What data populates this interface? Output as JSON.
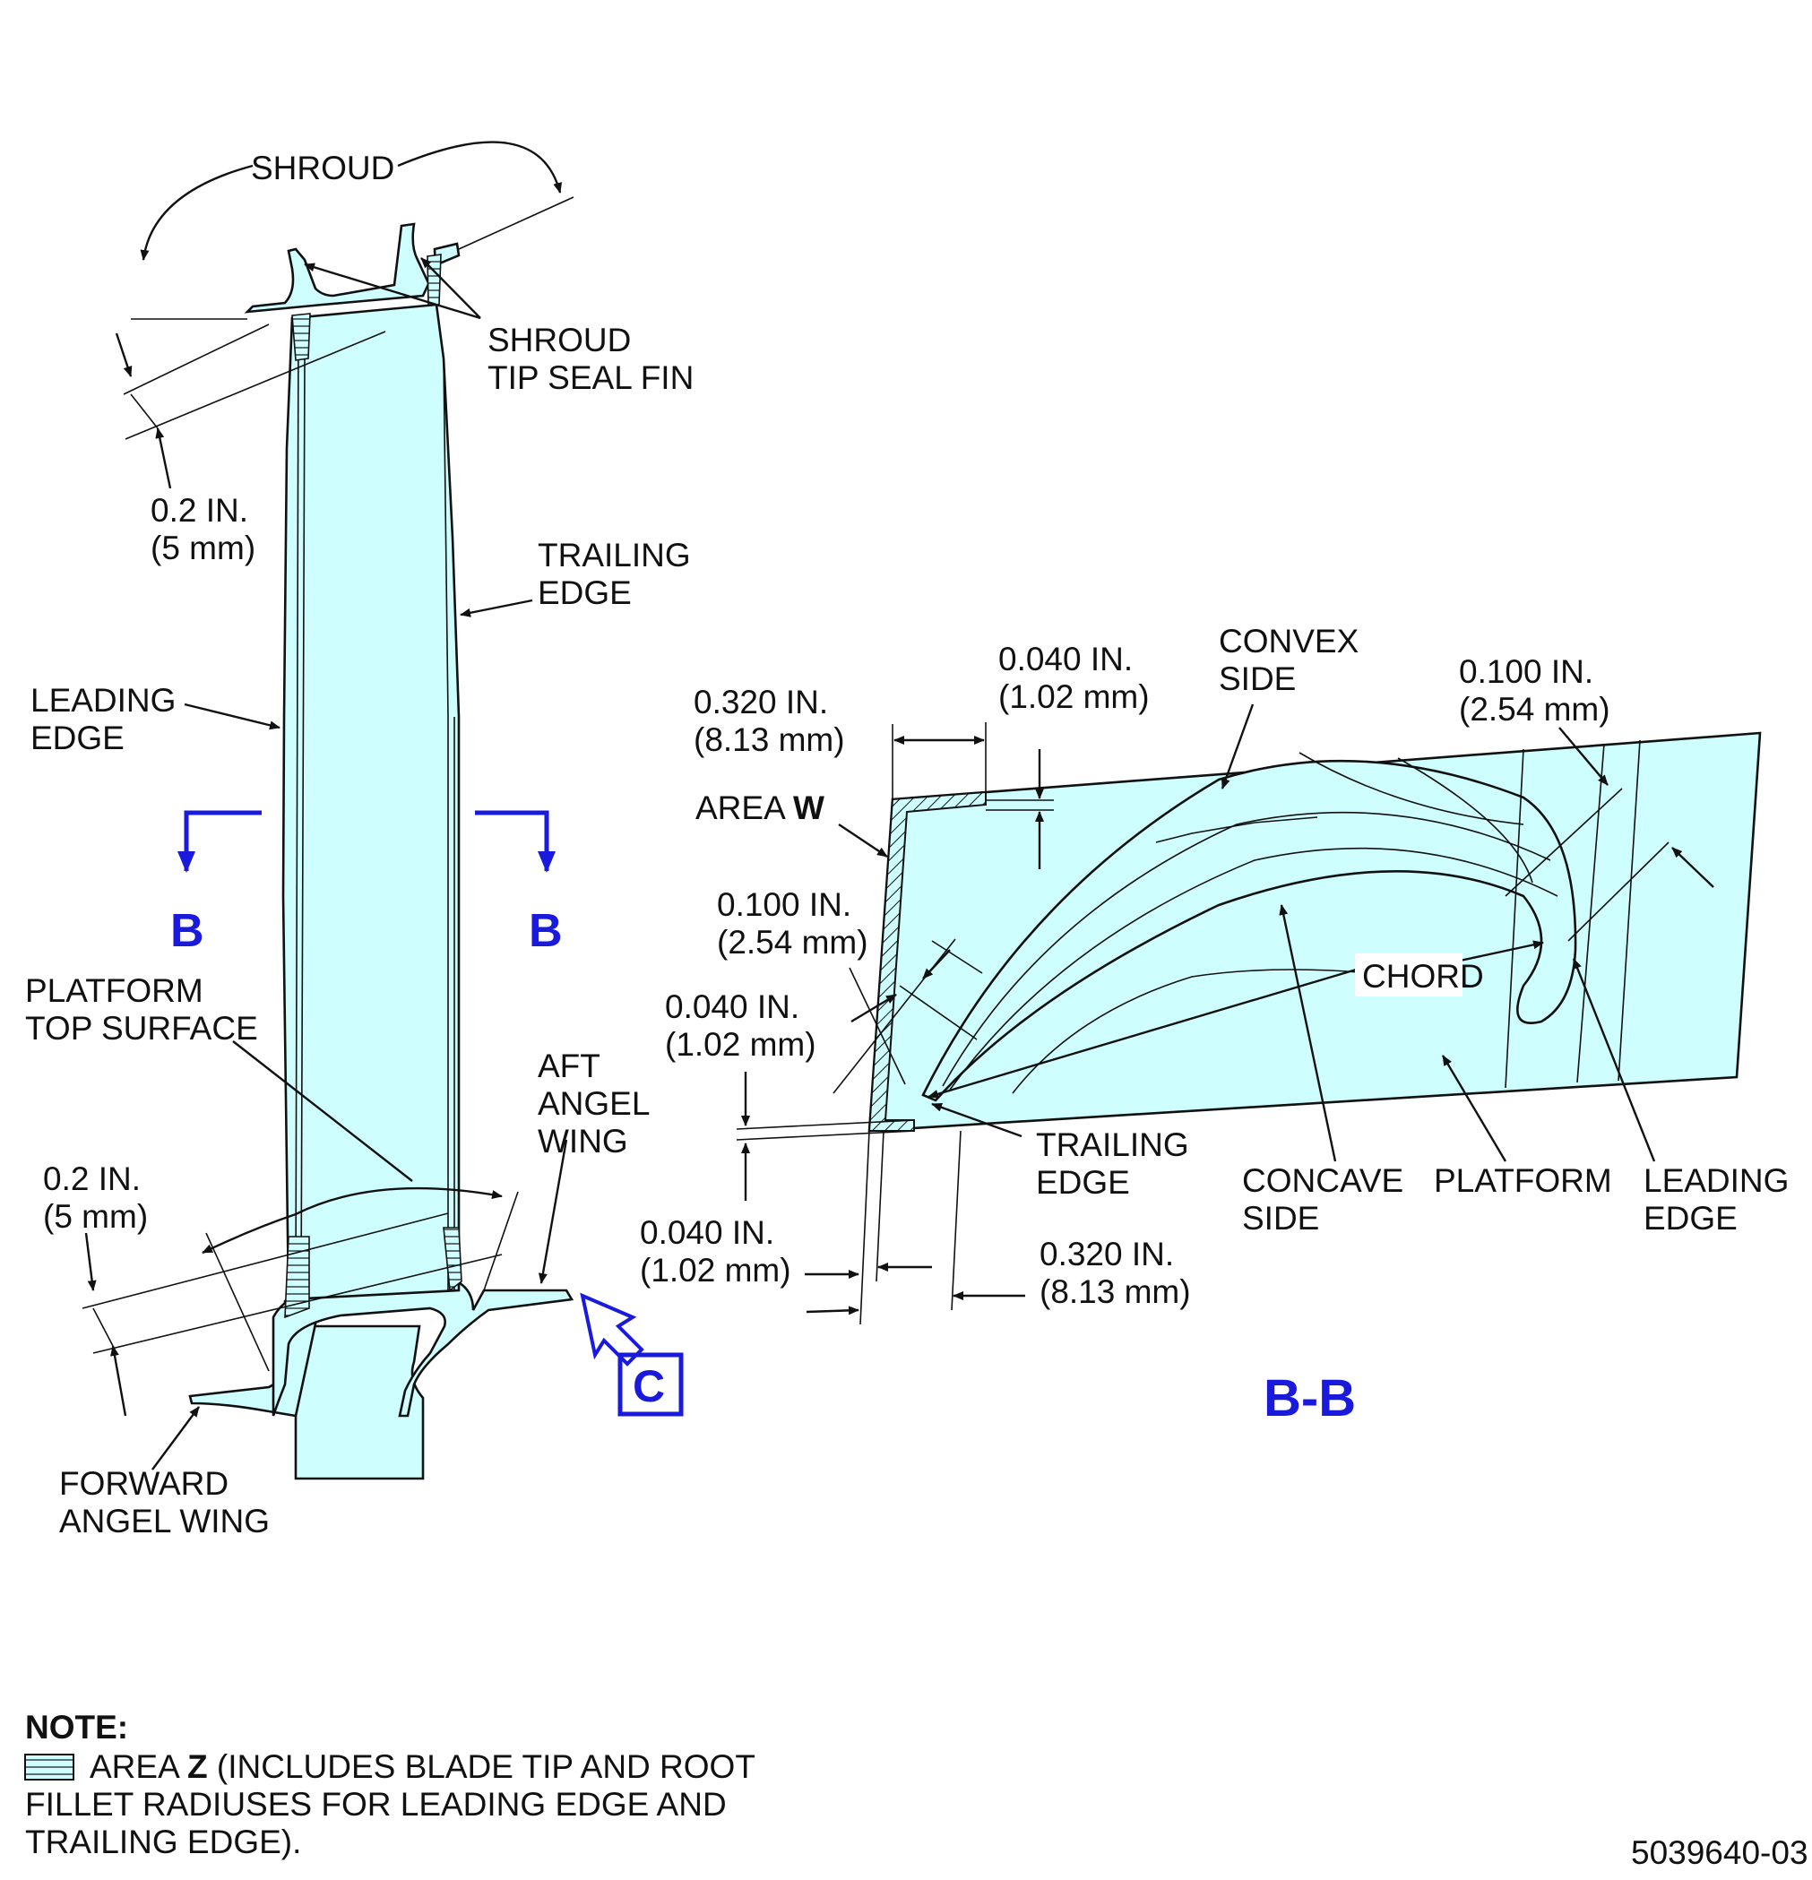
{
  "blade_view": {
    "shroud": "SHROUD",
    "shroud_tip_seal_fin": [
      "SHROUD",
      "TIP SEAL FIN"
    ],
    "dim_top": [
      "0.2 IN.",
      "(5 mm)"
    ],
    "trailing_edge": [
      "TRAILING",
      "EDGE"
    ],
    "leading_edge": [
      "LEADING",
      "EDGE"
    ],
    "section_marker": "B",
    "platform_top_surface": [
      "PLATFORM",
      "TOP SURFACE"
    ],
    "aft_angel_wing": [
      "AFT",
      "ANGEL",
      "WING"
    ],
    "dim_bottom": [
      "0.2 IN.",
      "(5 mm)"
    ],
    "forward_angel_wing": [
      "FORWARD",
      "ANGEL WING"
    ],
    "view_marker": "C"
  },
  "section_view": {
    "title": "B-B",
    "dim_0320_top": [
      "0.320 IN.",
      "(8.13 mm)"
    ],
    "dim_0040_top": [
      "0.040 IN.",
      "(1.02 mm)"
    ],
    "convex_side": [
      "CONVEX",
      "SIDE"
    ],
    "dim_0100_right": [
      "0.100 IN.",
      "(2.54 mm)"
    ],
    "area_w_prefix": "AREA ",
    "area_w_letter": "W",
    "dim_0100_left": [
      "0.100 IN.",
      "(2.54 mm)"
    ],
    "dim_0040_left": [
      "0.040 IN.",
      "(1.02 mm)"
    ],
    "chord": "CHORD",
    "trailing_edge": [
      "TRAILING",
      "EDGE"
    ],
    "concave_side": [
      "CONCAVE",
      "SIDE"
    ],
    "platform": "PLATFORM",
    "leading_edge": [
      "LEADING",
      "EDGE"
    ],
    "dim_0040_bottom": [
      "0.040 IN.",
      "(1.02 mm)"
    ],
    "dim_0320_bottom": [
      "0.320 IN.",
      "(8.13 mm)"
    ]
  },
  "note": {
    "heading": "NOTE:",
    "area_prefix": "AREA ",
    "area_letter": "Z",
    "line1_rest": " (INCLUDES BLADE TIP AND ROOT",
    "line2": "FILLET RADIUSES FOR LEADING EDGE AND",
    "line3": "TRAILING EDGE)."
  },
  "figure_number": "5039640-03",
  "colors": {
    "part_fill": "#cffefe",
    "callout_blue": "#1a1adc",
    "line": "#111111"
  }
}
